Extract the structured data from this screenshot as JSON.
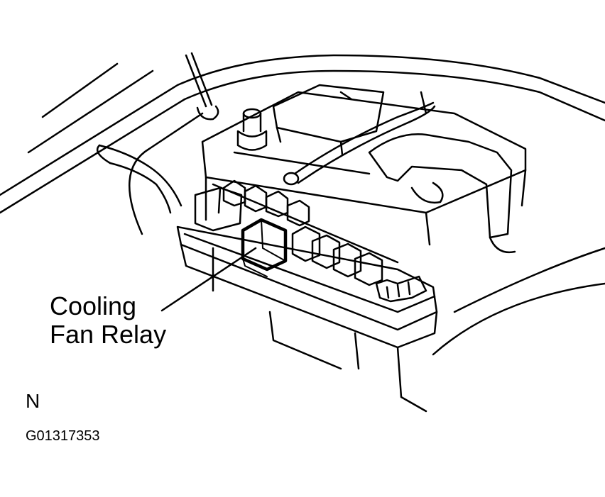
{
  "callout": {
    "line1": "Cooling",
    "line2": "Fan Relay"
  },
  "view_letter": "N",
  "figure_id": "G01317353",
  "colors": {
    "ink": "#000000",
    "paper": "#ffffff"
  }
}
